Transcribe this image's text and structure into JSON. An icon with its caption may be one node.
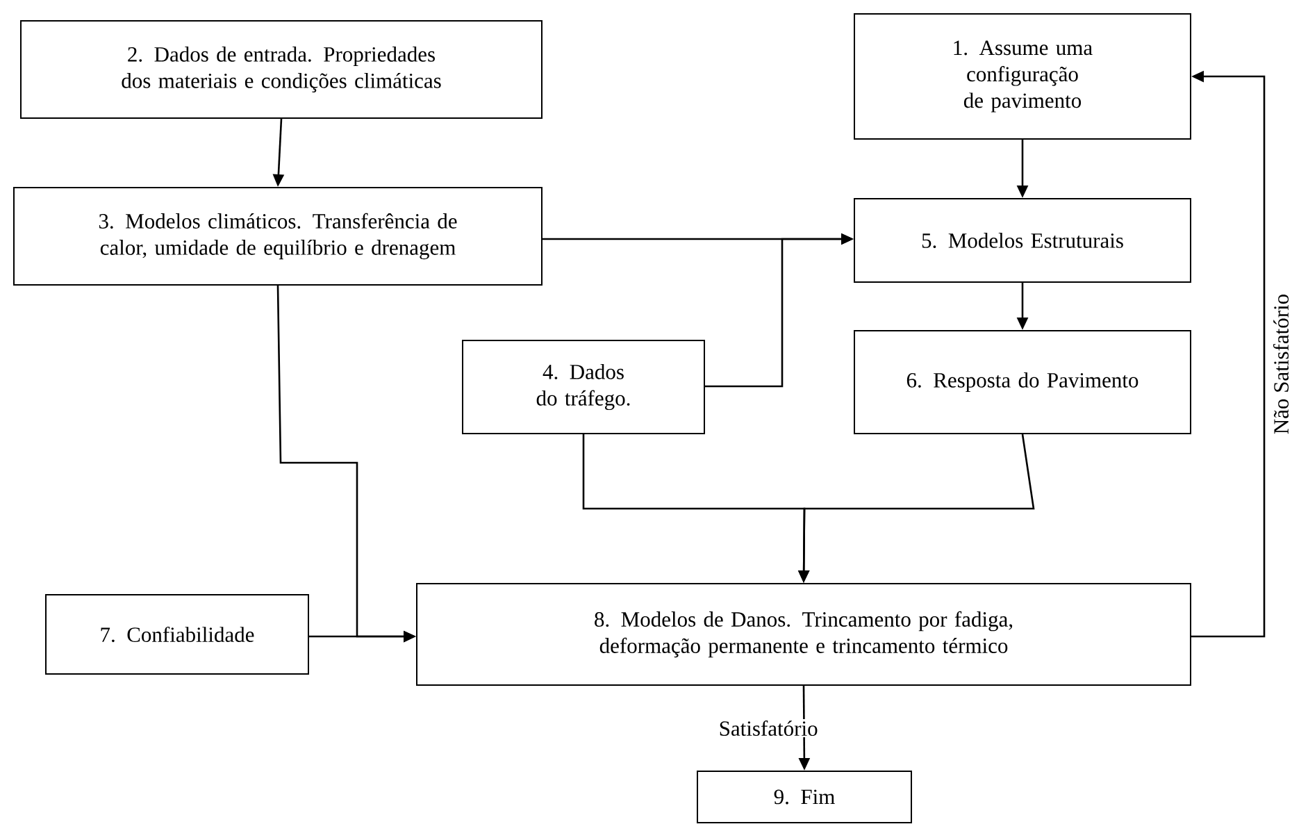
{
  "diagram": {
    "nodes": [
      {
        "text": [
          "2. Dados de entrada. Propriedades dos materiais e condições climáticas"
        ]
      },
      {
        "text": [
          "1. Assume uma configuração de pavimento"
        ]
      },
      {
        "text": [
          "3. Modelos climáticos. Transferência de calor, umidade de equilíbrio e drenagem"
        ]
      },
      {
        "text": [
          "5. Modelos Estruturais"
        ]
      },
      {
        "text": [
          "4. Dados do tráfego."
        ]
      },
      {
        "text": [
          "6. Resposta do Pavimento"
        ]
      },
      {
        "text": [
          "7. Confiabilidade"
        ]
      },
      {
        "text": [
          "8. Modelos de Danos. Trincamento por fadiga, deformação permanente e trincamento térmico"
        ]
      },
      {
        "text": [
          "9. Fim"
        ]
      }
    ],
    "edges": [
      {
        "from": 0,
        "to": 2,
        "arrow": "to"
      },
      {
        "from": 1,
        "to": 3,
        "arrow": "to"
      },
      {
        "from": 2,
        "to": 3,
        "arrow": "to"
      },
      {
        "from": 4,
        "to": 3,
        "arrow": "to"
      },
      {
        "from": 3,
        "to": 5,
        "arrow": "to"
      },
      {
        "from": 4,
        "to": 7,
        "arrow": "to"
      },
      {
        "from": 5,
        "to": 7,
        "arrow": "to"
      },
      {
        "from": 2,
        "to": 7,
        "arrow": "to"
      },
      {
        "from": 6,
        "to": 7,
        "arrow": "to"
      },
      {
        "from": 7,
        "to": 8,
        "arrow": "to",
        "label": "Satisfatório"
      },
      {
        "from": 7,
        "to": 1,
        "arrow": "to",
        "label": "Não Satisfatório"
      }
    ]
  }
}
